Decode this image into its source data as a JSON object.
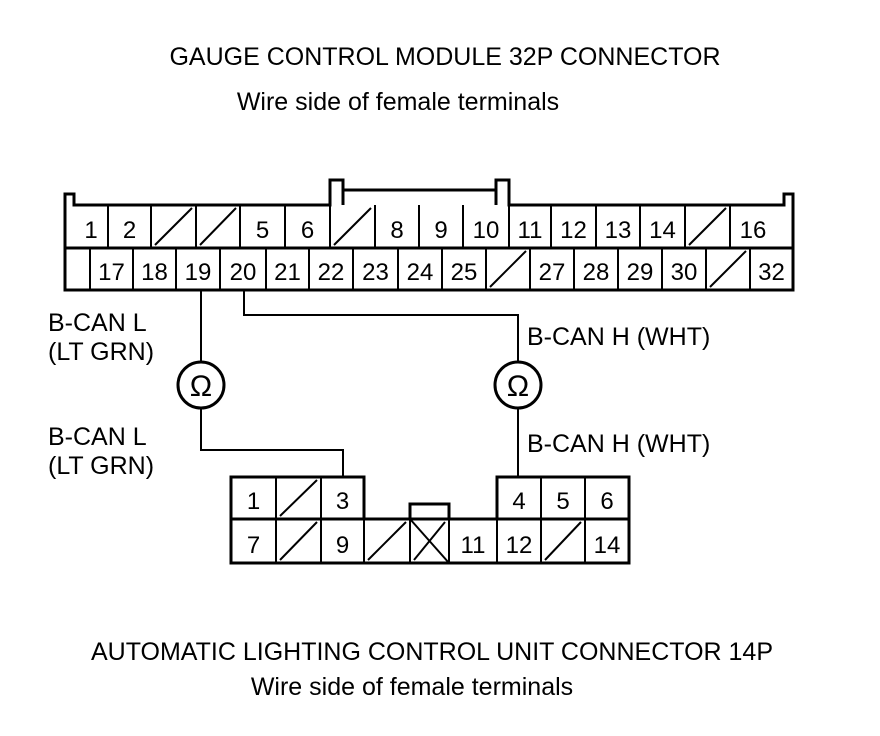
{
  "top_connector": {
    "title": "GAUGE CONTROL MODULE 32P CONNECTOR",
    "subtitle": "Wire side of female terminals",
    "row1": [
      "1",
      "2",
      "",
      "",
      "5",
      "6",
      "",
      "8",
      "9",
      "10",
      "11",
      "12",
      "13",
      "14",
      "",
      "16"
    ],
    "row2": [
      "17",
      "18",
      "19",
      "20",
      "21",
      "22",
      "23",
      "24",
      "25",
      "",
      "27",
      "28",
      "29",
      "30",
      "",
      "32"
    ]
  },
  "bottom_connector": {
    "title": "AUTOMATIC LIGHTING CONTROL UNIT CONNECTOR 14P",
    "subtitle": "Wire side of female terminals",
    "left_row1": [
      "1",
      "",
      "3"
    ],
    "left_row2": [
      "7",
      "",
      "9"
    ],
    "middle_row2": [
      "",
      "",
      "11"
    ],
    "right_row1": [
      "4",
      "5",
      "6"
    ],
    "right_row2": [
      "12",
      "",
      "14"
    ]
  },
  "wires": {
    "left_label_top_line1": "B-CAN L",
    "left_label_top_line2": "(LT GRN)",
    "left_label_bottom_line1": "B-CAN L",
    "left_label_bottom_line2": "(LT GRN)",
    "right_label_top": "B-CAN H (WHT)",
    "right_label_bottom": "B-CAN H (WHT)"
  },
  "meters": {
    "left_symbol": "Ω",
    "right_symbol": "Ω"
  }
}
